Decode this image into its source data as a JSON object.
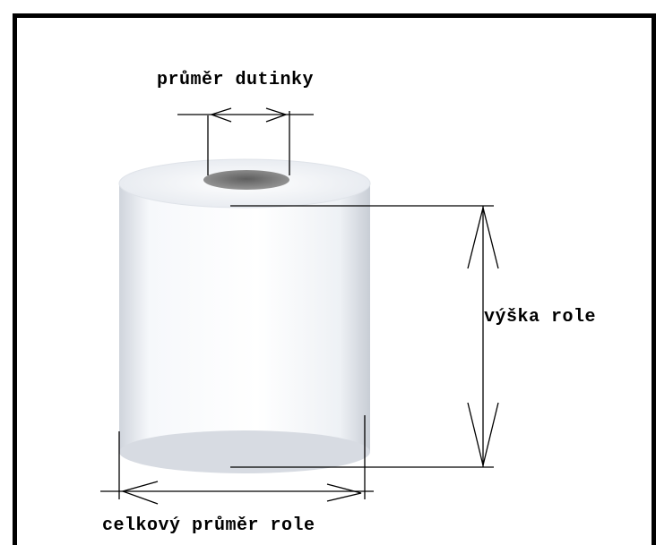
{
  "labels": {
    "core_diameter": "průměr dutinky",
    "roll_height": "výška role",
    "total_diameter": "celkový průměr role"
  },
  "colors": {
    "line": "#000000",
    "roll_body": "#eef1f6",
    "roll_shadow": "#c9ced6",
    "core_hole": "#7d7d7d"
  },
  "illustration": "paper-towel-roll"
}
